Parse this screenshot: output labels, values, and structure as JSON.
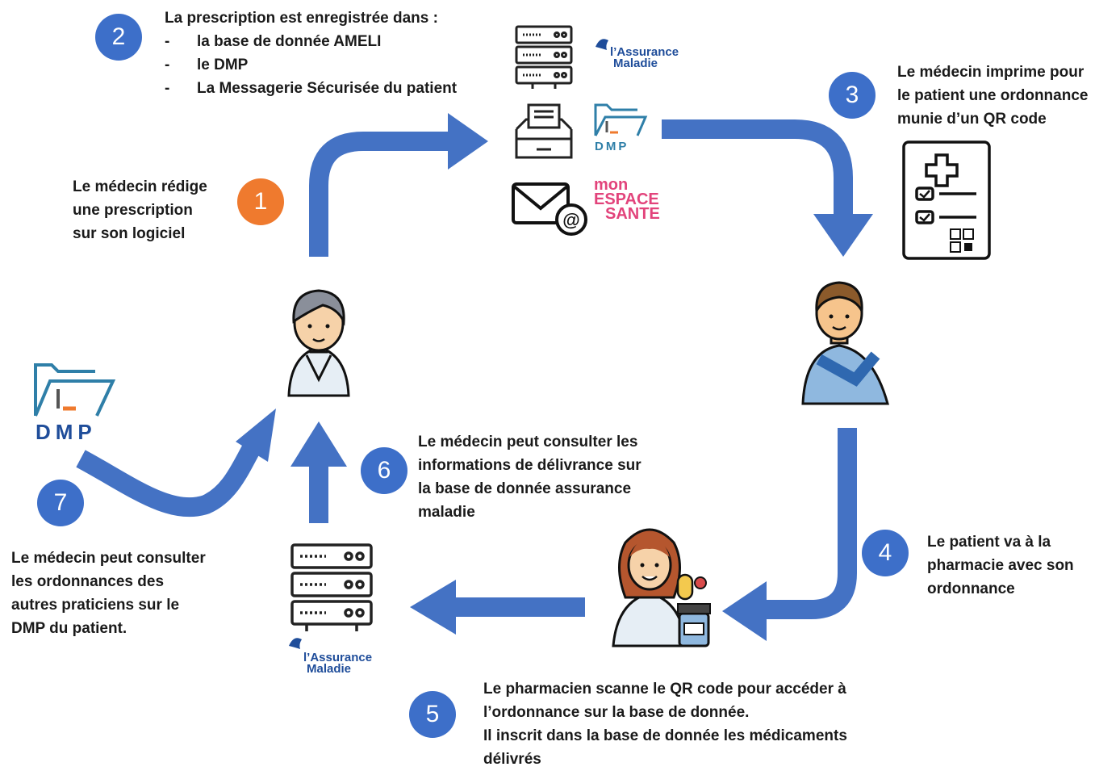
{
  "steps": [
    {
      "number": "1",
      "lines": [
        "Le médecin rédige",
        "une prescription",
        "sur son logiciel"
      ]
    },
    {
      "number": "2",
      "intro": "La prescription est enregistrée dans :",
      "items": [
        "la base de donnée AMELI",
        "le DMP",
        "La Messagerie Sécurisée du patient"
      ]
    },
    {
      "number": "3",
      "lines": [
        "Le médecin imprime pour",
        "le patient une ordonnance",
        "munie d’un QR code"
      ]
    },
    {
      "number": "4",
      "lines": [
        "Le patient va à la",
        "pharmacie avec son",
        "ordonnance"
      ]
    },
    {
      "number": "5",
      "lines": [
        "Le pharmacien scanne le QR code pour accéder à",
        "l’ordonnance sur la base de donnée.",
        "Il inscrit dans la base de donnée les médicaments",
        "délivrés"
      ]
    },
    {
      "number": "6",
      "lines": [
        "Le médecin peut consulter les",
        "informations de délivrance sur",
        "la base de donnée assurance",
        "maladie"
      ]
    },
    {
      "number": "7",
      "lines": [
        "Le médecin peut consulter",
        "les ordonnances des",
        "autres praticiens sur le",
        "DMP du patient."
      ]
    }
  ],
  "logos": {
    "assurance_line1": "l’Assurance",
    "assurance_line2": "Maladie",
    "dmp": "DMP",
    "mes_line1": "mon",
    "mes_line2": "ESPACE",
    "mes_line3": "SANTE"
  },
  "icons": [
    "server-icon",
    "assurance-maladie-logo",
    "file-cabinet-icon",
    "dmp-logo",
    "mail-icon",
    "mon-espace-sante-logo",
    "prescription-qr-icon",
    "doctor-icon",
    "patient-icon",
    "pharmacist-icon"
  ],
  "colors": {
    "arrow": "#4472c4",
    "badge_blue": "#3d6fc9",
    "badge_orange": "#ef7a2e",
    "espace_sante": "#e2437b",
    "assurance": "#1f4d9a"
  }
}
